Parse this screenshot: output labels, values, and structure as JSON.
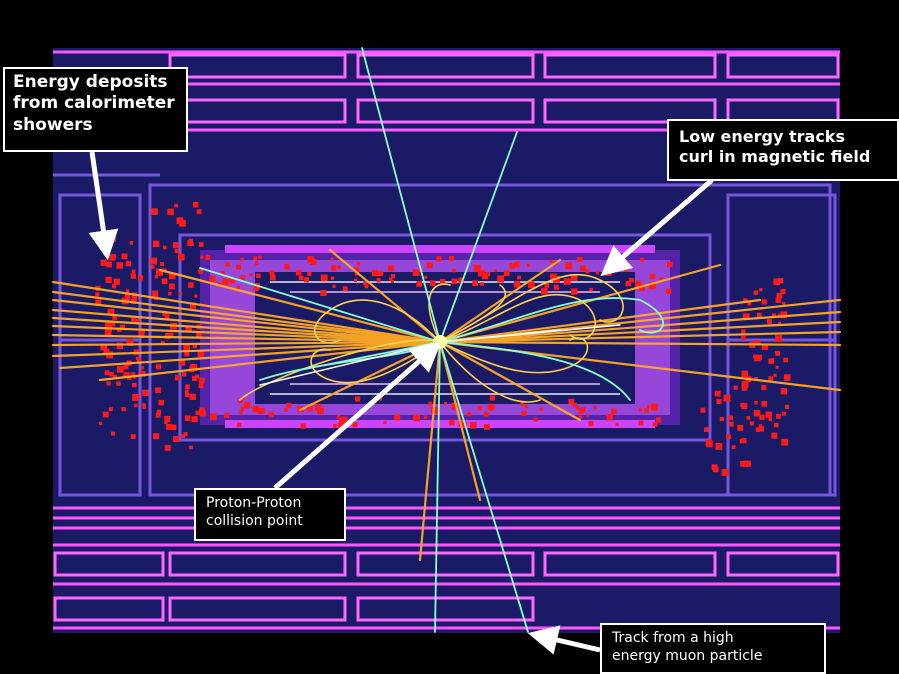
{
  "callouts": {
    "energy_deposits": "Energy deposits\nfrom calorimeter\nshowers",
    "low_energy": "Low energy tracks\ncurl in magnetic field",
    "collision": "Proton-Proton\ncollision point",
    "muon": "Track from a high\nenergy muon particle"
  },
  "colors": {
    "background": "#000000",
    "detector": "#1a1a66",
    "outline": "#7755dd",
    "magenta": "#ff55ff",
    "track": "#ffaa22",
    "track_light": "#ffd24d",
    "cyan": "#88ffcc",
    "deposit": "#ff1a1a",
    "label_border": "#ffffff"
  },
  "icons": [
    "arrow-icon"
  ]
}
